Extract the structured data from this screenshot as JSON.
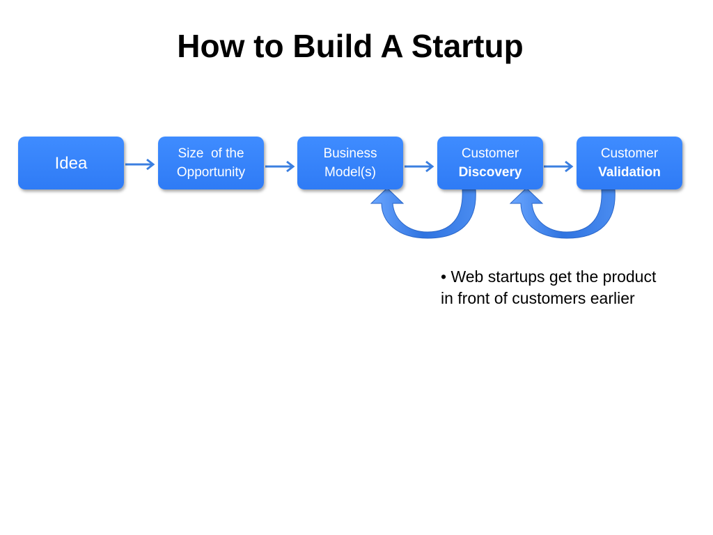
{
  "title": "How to Build A Startup",
  "steps": [
    {
      "line1": "Idea",
      "line2": ""
    },
    {
      "line1": "Size  of the",
      "line2": "Opportunity"
    },
    {
      "line1": "Business",
      "line2": "Model(s)"
    },
    {
      "line1": "Customer",
      "line2": "Discovery"
    },
    {
      "line1": "Customer",
      "line2": "Validation"
    }
  ],
  "note": {
    "bullet": "•",
    "line1": "Web startups get the product",
    "line2": "in front of customers earlier"
  },
  "colors": {
    "box": "#3a86ff",
    "arrow": "#3b7fe0",
    "loop_arrow": "#3f7fe8"
  }
}
